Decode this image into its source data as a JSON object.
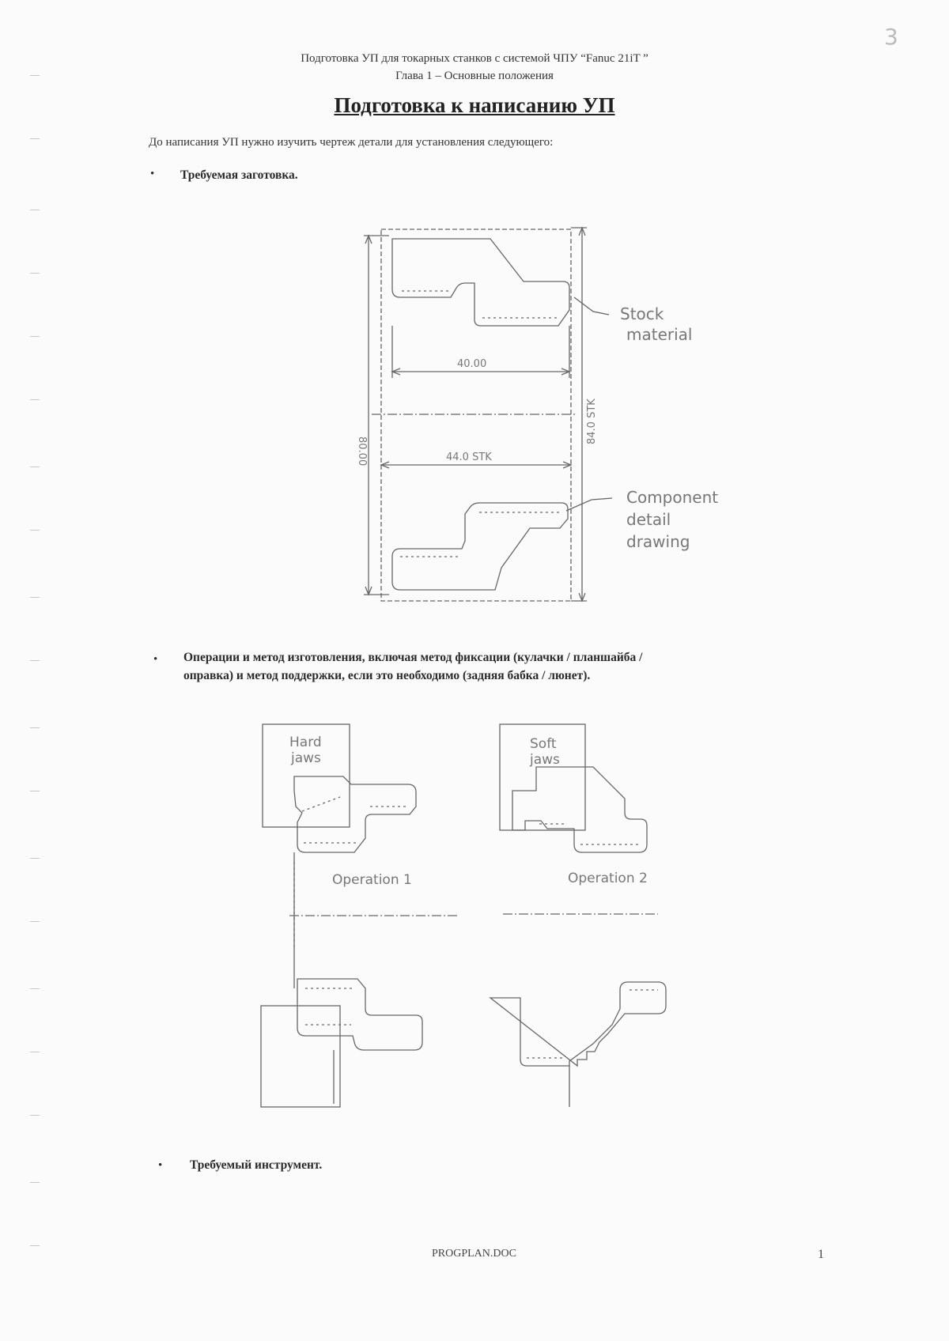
{
  "header": {
    "line1": "Подготовка УП для токарных станков с системой ЧПУ “Fanuc 21iT ”",
    "line2": "Глава 1 – Основные положения"
  },
  "corner_mark": "3",
  "title": "Подготовка к написанию УП",
  "intro": "До написания УП нужно изучить чертеж детали для установления следующего:",
  "bullets": [
    "Требуемая заготовка.",
    "Операции и метод изготовления, включая метод фиксации (кулачки / планшайба / оправка) и метод поддержки, если это необходимо (задняя бабка / люнет).",
    "Требуемый инструмент."
  ],
  "bullet2_lines": [
    "Операции и метод изготовления, включая метод фиксации (кулачки / планшайба /",
    "оправка) и метод поддержки, если это необходимо (задняя бабка / люнет)."
  ],
  "figure1": {
    "dim_inner_width": "40.00",
    "dim_stock_width": "44.0 STK",
    "dim_length": "80.00",
    "dim_stock_length": "84.0 STK",
    "label_stock": [
      "Stock",
      "material"
    ],
    "label_component": [
      "Component",
      "detail",
      "drawing"
    ]
  },
  "figure2": {
    "hard_jaws": [
      "Hard",
      "jaws"
    ],
    "soft_jaws": [
      "Soft",
      "jaws"
    ],
    "operation1": "Operation 1",
    "operation2": "Operation 2"
  },
  "footer": {
    "filename": "PROGPLAN.DOC",
    "page_number": "1"
  }
}
